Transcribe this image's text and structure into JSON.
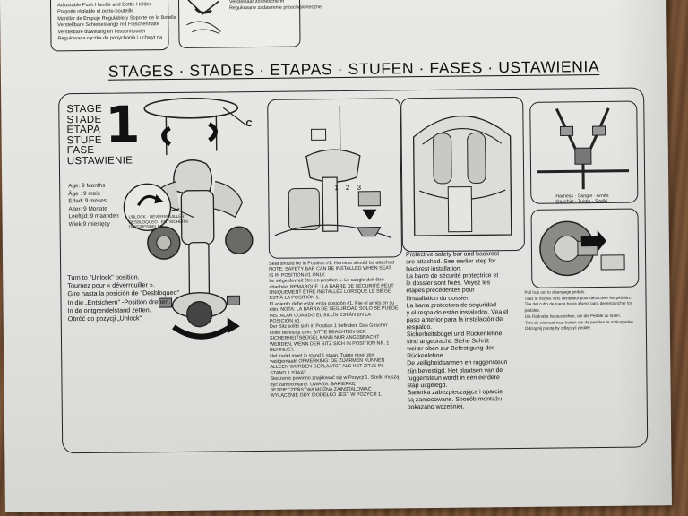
{
  "top_left_box_text": "Adjustable Push Handle and Bottle Holder\nPoignée réglable et porte-bouteille\nManillar de Empuje Regulable y Soporte de la Botella\nVerstellbare Schiebestange mit Flaschenhalte\nVerstelbare duwstang en flessenhouder\nRegulowana rączka do popychania i uchwyt na",
  "top_mid_box_text": "Verstelbaar zonnescherm\nRegulowane zadaszenie przeciwsłoneczne",
  "heading": "STAGES · STADES · ETAPAS · STUFEN · FASES · USTAWIENIA",
  "stage_label": "STAGE\nSTADE\nETAPA\nSTUFE\nFASE\nUSTAWIENIE",
  "stage_number": "1",
  "ages": "Age: 9 Months\nÂge : 9 mois\nEdad: 9 meses\nAlter: 9 Monate\nLeeftijd: 9 maanden\nWiek 9 miesięcy",
  "callout_letter": "C",
  "callout_text": "UNLOCK · DÉVERROUILLER\nDESBLOQUEO · ENTSICHERN\nONTGRENDELEN",
  "position_numbers": "1 2 3",
  "unlock_text": "Turn to \"Unlock\" position.\nTournez pour « déverrouiller ».\nGire hasta la posición de \"Desbloqueo\"\nIn die „Entsichern\" -Position drehen.\nIn de ontgrendelstand zetten.\nObróć do pozycji „Unlock\"",
  "seat_position_text": "Seat should be in Position #1. Harness should be attached\nNOTE: SAFETY BAR CAN BE INSTALLED WHEN SEAT\nIS IN POSITION #1 ONLY.\nLe siège devrait être en position 1. Le sangle doit être\nattachée. REMARQUE : LA BARRE DE SÉCURITÉ PEUT\nUNIQUEMENT ÊTRE INSTALLÉE LORSQUE LE SIÈGE\nEST À LA POSITION 1.\nEl asiento debe estar en la posición #1. Fije el arnés en su\nsitio. NOTA: LA BARRA DE SEGURIDAD SOLO SE PUEDE\nINSTALAR CUANDO EL SILLÍN ESTÁN EN LA\nPOSICIÓN #1.\nDer Sitz sollte sich in Position 1 befinden. Das Geschirr\nsollte befestigt sein. BITTE BEACHTEN DER\nSICHERHEITSBÜGEL KANN NUR ANGEBRACHT\nWERDEN, WENN DER SITZ SICH IN POSITION NR. 1\nBEFINDET.\nHet zadel moet in stand 1 staan. Tuigje moet zijn\nvastgemaakt OPMERKING: DE ZIJARMEN KUNNEN\nALLEEN WORDEN GEPLAATST ALS HET ZITJE IN\nSTAND 1 STAAT.\nSiedzenie powinno znajdować się w Pozycji 1. Szelki muszą\nbyć zamocowane. UWAGA: BARIERKĘ\nBEZPIECZEŃSTWA MOŻNA ZAINSTALOWAĆ\nWYŁĄCZNIE GDY SIODEŁKO JEST W POZYCJI 1.",
  "safety_bar_text": "Protective safety bar and backrest\nare attached. See earlier step for\nbackrest installation.\nLa barre de sécurité protectrice et\nle dossier sont fixés. Voyez les\nétapes précédentes pour\nl'installation du dossier.\nLa barra protectora de seguridad\ny el respaldo están instalados. Vea el\npaso anterior para la instalación del\nrespaldo.\nSicherheitsbügel und Rückenlehne\nsind angebracht. Siehe Schritt\nweiter oben zur Befestigung der\nRückenlehne.\nDe veiligheidsarmen en ruggensteun\nzijn bevestigd. Het plaatsen van de\nruggensteun wordt in een eerdere\nstap uitgelegd.\nBarierka zabezpieczająca i oparcie\nsą zamocowane. Sposób montażu\npokazano wcześniej.",
  "harness_label": "Harness · Sangle · Arnés\nGeschirr · Tuigje · Szelki",
  "pull_hub_text": "Pull hub out to disengage pedals.\nTirez le moyeu vers l'extérieur pour désactiver les pédales.\nTire del cubo de rueda hacia afuera para desenganchar los pedales.\nDie Radnabe herausziehen, um die Pedale zu lösen.\nTrek de wielnaaf naar buiten om de pedalen te ontkoppelen.\nOdciągnij piastę by odłączyć pedały."
}
